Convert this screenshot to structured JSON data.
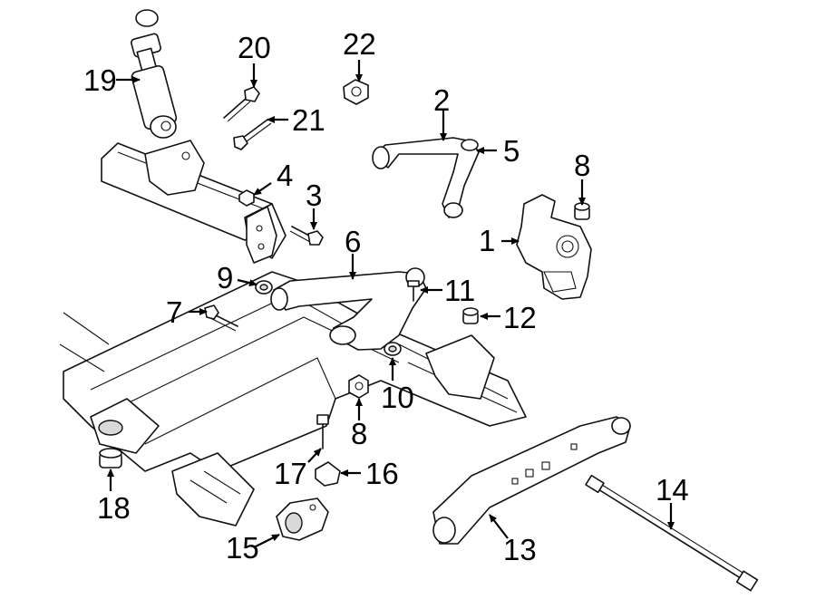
{
  "callouts": [
    {
      "id": "1",
      "label": "1"
    },
    {
      "id": "2",
      "label": "2"
    },
    {
      "id": "3",
      "label": "3"
    },
    {
      "id": "4",
      "label": "4"
    },
    {
      "id": "5",
      "label": "5"
    },
    {
      "id": "6",
      "label": "6"
    },
    {
      "id": "7",
      "label": "7"
    },
    {
      "id": "8a",
      "label": "8"
    },
    {
      "id": "8b",
      "label": "8"
    },
    {
      "id": "9",
      "label": "9"
    },
    {
      "id": "10",
      "label": "10"
    },
    {
      "id": "11",
      "label": "11"
    },
    {
      "id": "12",
      "label": "12"
    },
    {
      "id": "13",
      "label": "13"
    },
    {
      "id": "14",
      "label": "14"
    },
    {
      "id": "15",
      "label": "15"
    },
    {
      "id": "16",
      "label": "16"
    },
    {
      "id": "17",
      "label": "17"
    },
    {
      "id": "18",
      "label": "18"
    },
    {
      "id": "19",
      "label": "19"
    },
    {
      "id": "20",
      "label": "20"
    },
    {
      "id": "21",
      "label": "21"
    },
    {
      "id": "22",
      "label": "22"
    }
  ]
}
